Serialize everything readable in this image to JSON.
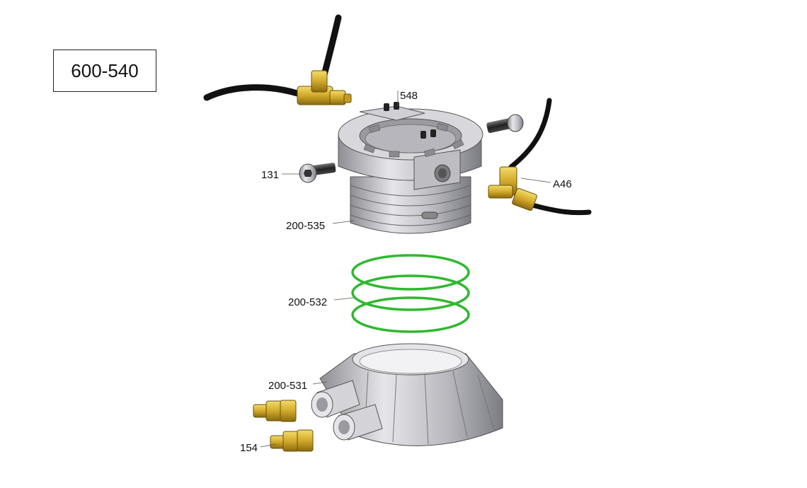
{
  "assembly_number": "600-540",
  "callouts": {
    "screw_top": "548",
    "screw_left": "131",
    "tee_right": "A46",
    "thread_body": "200-535",
    "orings": "200-532",
    "base_housing": "200-531",
    "fittings": "154"
  },
  "colors": {
    "brass": "#d6b232",
    "oring_green": "#2fb82f",
    "metal": "#c4c4c8",
    "hose": "#111111",
    "bolt": "#333333"
  },
  "icons": [
    "hose-left",
    "hose-right",
    "tee-fitting",
    "socket-cap-screw",
    "o-ring",
    "brass-fitting"
  ]
}
